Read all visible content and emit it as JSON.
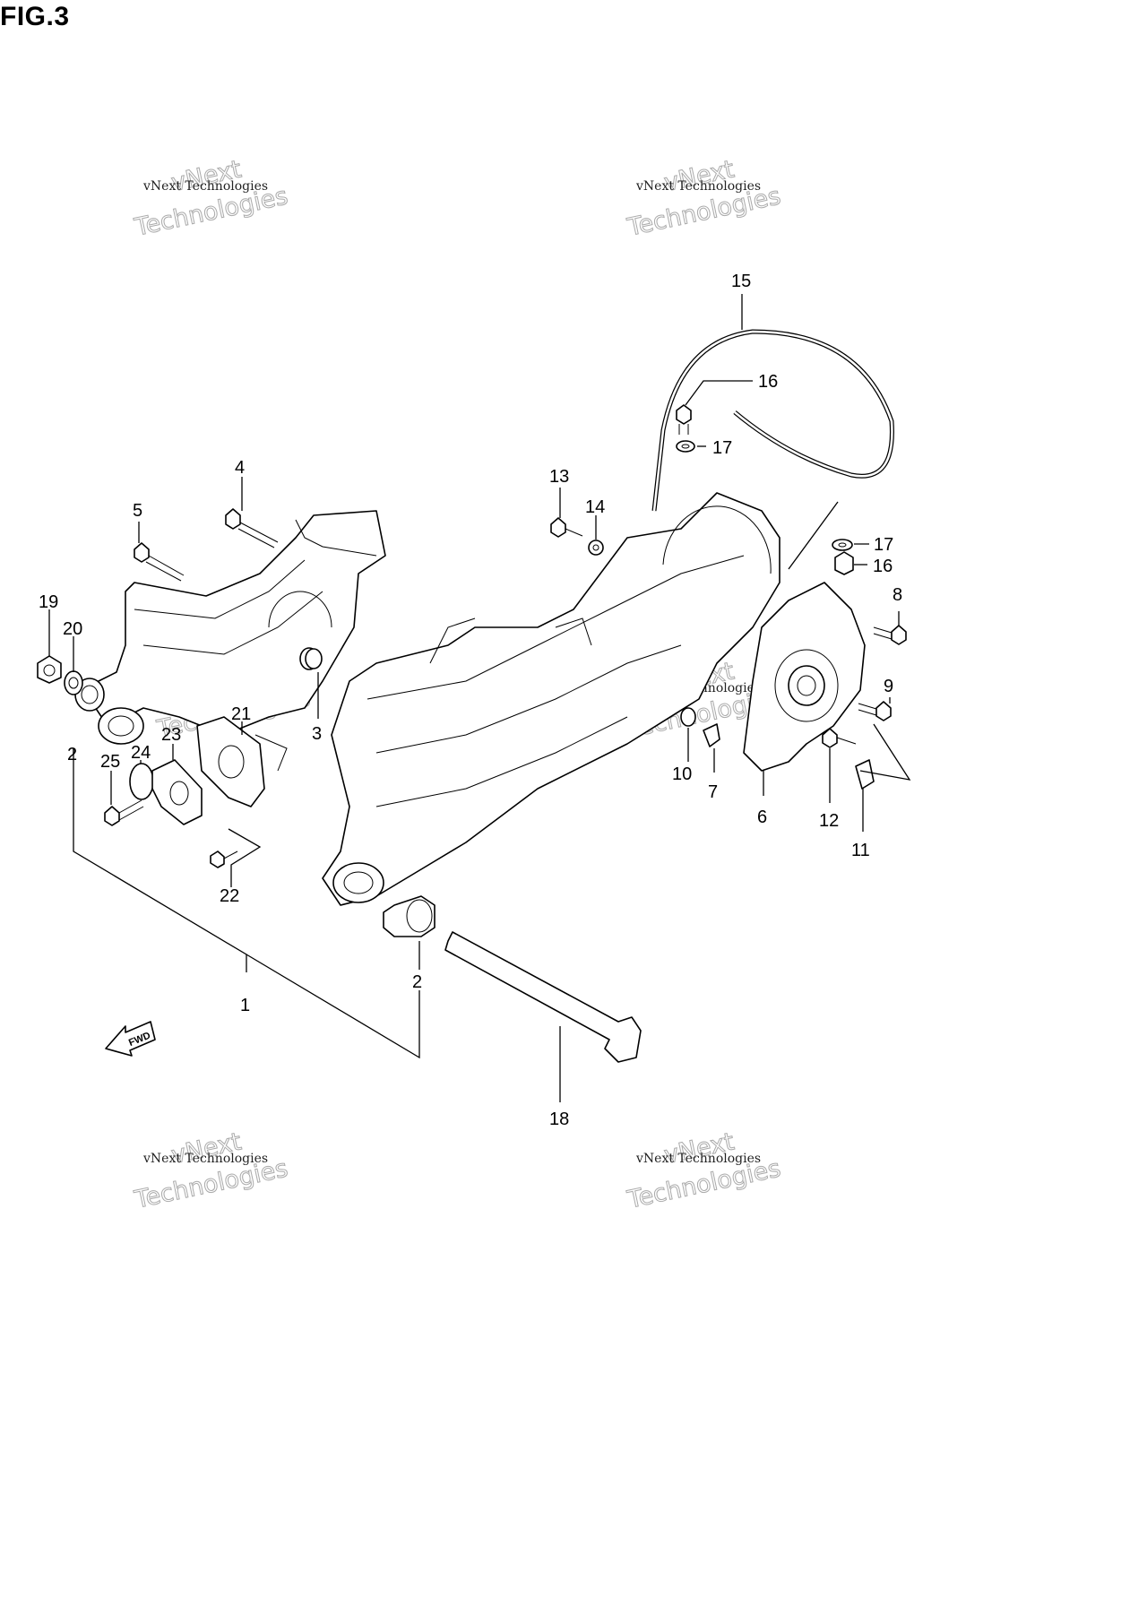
{
  "figure": {
    "title": "FIG.3"
  },
  "watermark": {
    "line1": "vNext",
    "line2": "vNext Technologies",
    "line3": "Technologies"
  },
  "fwd_label": "FWD",
  "callouts": [
    "1",
    "2",
    "2",
    "3",
    "4",
    "5",
    "6",
    "7",
    "8",
    "9",
    "10",
    "11",
    "12",
    "13",
    "14",
    "15",
    "16",
    "16",
    "17",
    "17",
    "18",
    "19",
    "20",
    "21",
    "22",
    "23",
    "24",
    "25"
  ],
  "colors": {
    "ink": "#000000",
    "watermark": "#aaaaaa",
    "background": "#ffffff"
  }
}
